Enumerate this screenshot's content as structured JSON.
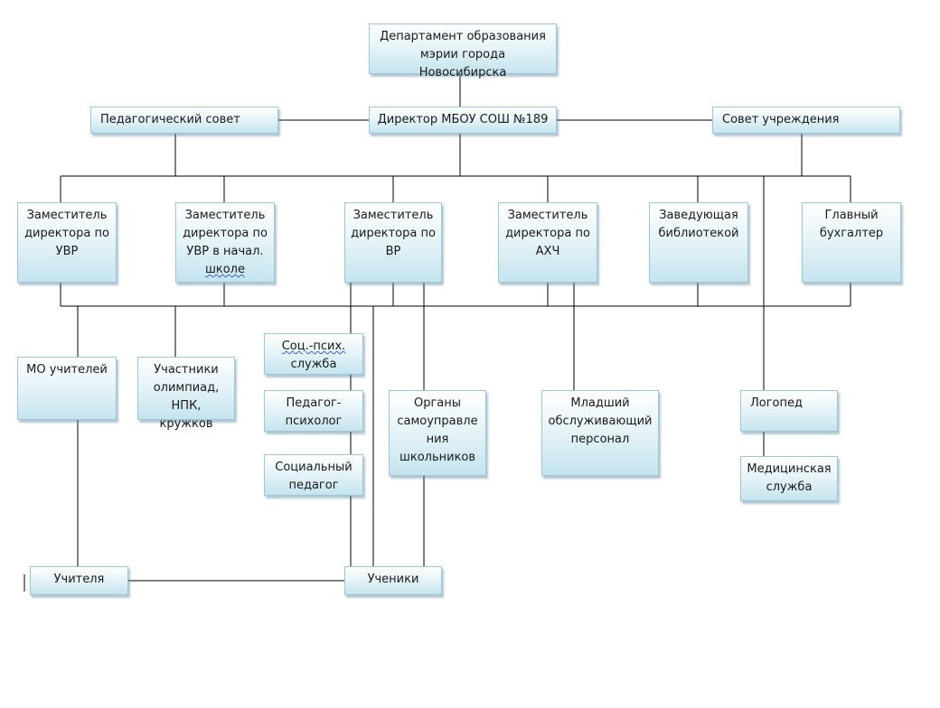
{
  "diagram": {
    "nodes": {
      "dept": "Департамент образования\nмэрии города Новосибирска",
      "director": "Директор МБОУ СОШ №189",
      "ped_council": "Педагогический совет",
      "inst_council": "Совет учреждения",
      "dep_uvr": "Заместитель\nдиректора по\nУВР",
      "dep_uvr_prim_a": "Заместитель\nдиректора по\nУВР в начал.",
      "dep_uvr_prim_b": "школе",
      "dep_vr": "Заместитель\nдиректора по\nВР",
      "dep_ahch": "Заместитель\nдиректора по\nАХЧ",
      "librarian": "Заведующая\nбиблиотекой",
      "accountant": "Главный\nбухгалтер",
      "mo_teachers": "МО учителей",
      "participants": "Участники\nолимпиад,\nНПК, кружков",
      "soc_psych_a": "Соц.-псих.",
      "soc_psych_b": "служба",
      "ped_psych": "Педагог-\nпсихолог",
      "soc_ped": "Социальный\nпедагог",
      "self_gov": "Органы\nсамоуправле\nния\nшкольников",
      "junior_staff": "Младший\nобслуживающий\nперсонал",
      "speech": "Логопед",
      "medical": "Медицинская\nслужба",
      "teachers": "Учителя",
      "students": "Ученики"
    },
    "colors": {
      "box_top": "#ffffff",
      "box_bottom": "#c5e4ee",
      "box_border": "#9ac8d8",
      "line": "#000000"
    }
  }
}
